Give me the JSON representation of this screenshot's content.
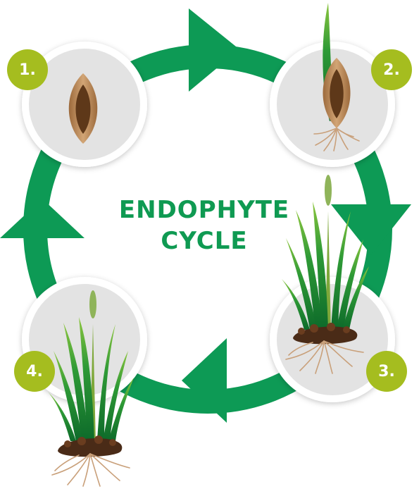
{
  "title": {
    "line1": "ENDOPHYTE",
    "line2": "CYCLE"
  },
  "stages": [
    {
      "number": "1.",
      "icon": "seed-icon"
    },
    {
      "number": "2.",
      "icon": "sprouting-seed-icon"
    },
    {
      "number": "3.",
      "icon": "mature-grass-with-seedhead-icon"
    },
    {
      "number": "4.",
      "icon": "flowering-grass-icon"
    }
  ],
  "colors": {
    "arrow_green": "#0d9a55",
    "title_green": "#0f9a52",
    "badge_lime": "#a5bd1f",
    "circle_fill": "#e3e3e3",
    "seed_brown": "#b98451",
    "grass_green": "#2f9a35"
  }
}
